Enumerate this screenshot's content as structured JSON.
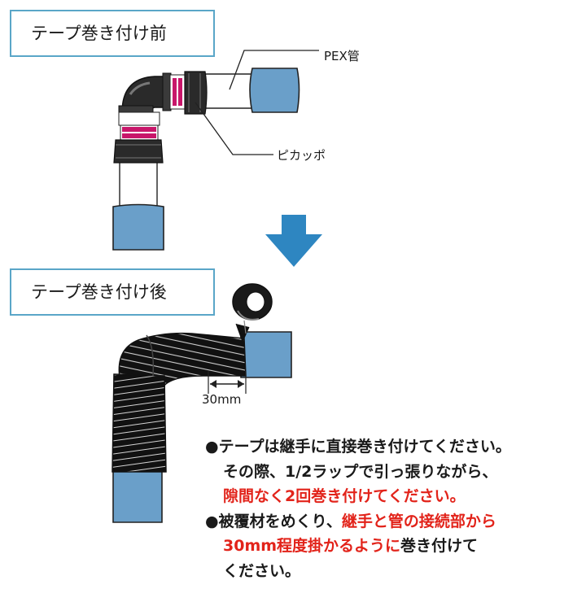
{
  "labels": {
    "before": "テープ巻き付け前",
    "after": "テープ巻き付け後",
    "pex": "PEX管",
    "pikappo": "ピカッポ",
    "distance": "30mm"
  },
  "instructions": {
    "b1_bullet": "●",
    "b1_line1": "テープは継手に直接巻き付けてください。",
    "b1_line2": "その際、1/2ラップで引っ張りながら、",
    "b1_line3_red": "隙間なく2回巻き付けてください。",
    "b2_bullet": "●",
    "b2_line1_black": "被覆材をめくり、",
    "b2_line1_red": "継手と管の接続部から",
    "b2_line2_red": "30mm程度掛かるように",
    "b2_line2_black": "巻き付けて",
    "b2_line3": "ください。"
  },
  "colors": {
    "pipe_blue": "#6a9fc9",
    "arrow_blue": "#2e86c1",
    "accent_magenta": "#c8166a",
    "highlight_red": "#e2231a",
    "box_border": "#5aa6c8"
  }
}
